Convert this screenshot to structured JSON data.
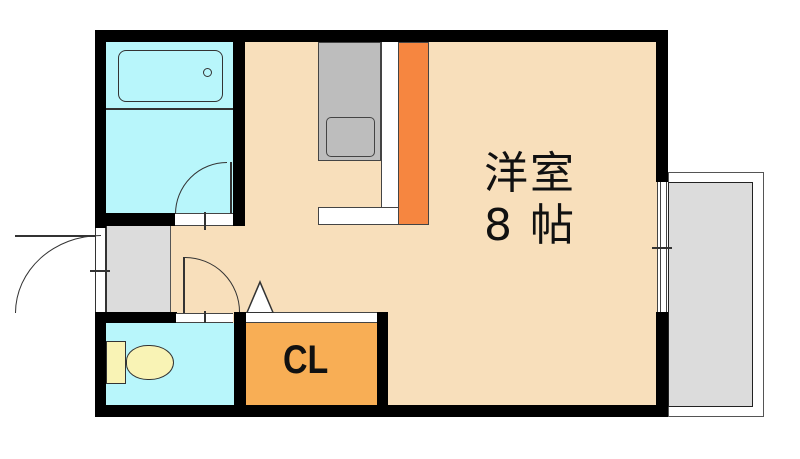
{
  "floorplan": {
    "rooms": {
      "main": {
        "label_line1": "洋室",
        "label_line2": "8 帖",
        "color": "#f8dfbb"
      },
      "closet": {
        "label": "CL",
        "color": "#f8ae55"
      },
      "bath": {
        "color": "#b8f6fb"
      },
      "toilet": {
        "color": "#b8f6fb"
      },
      "entrance": {
        "color": "#dcdcdc"
      },
      "balcony": {
        "color": "#dcdcdc"
      }
    },
    "kitchen": {
      "stove_color": "#bdbdbd",
      "counter_color": "#f68640"
    },
    "wall_color": "#000000"
  }
}
